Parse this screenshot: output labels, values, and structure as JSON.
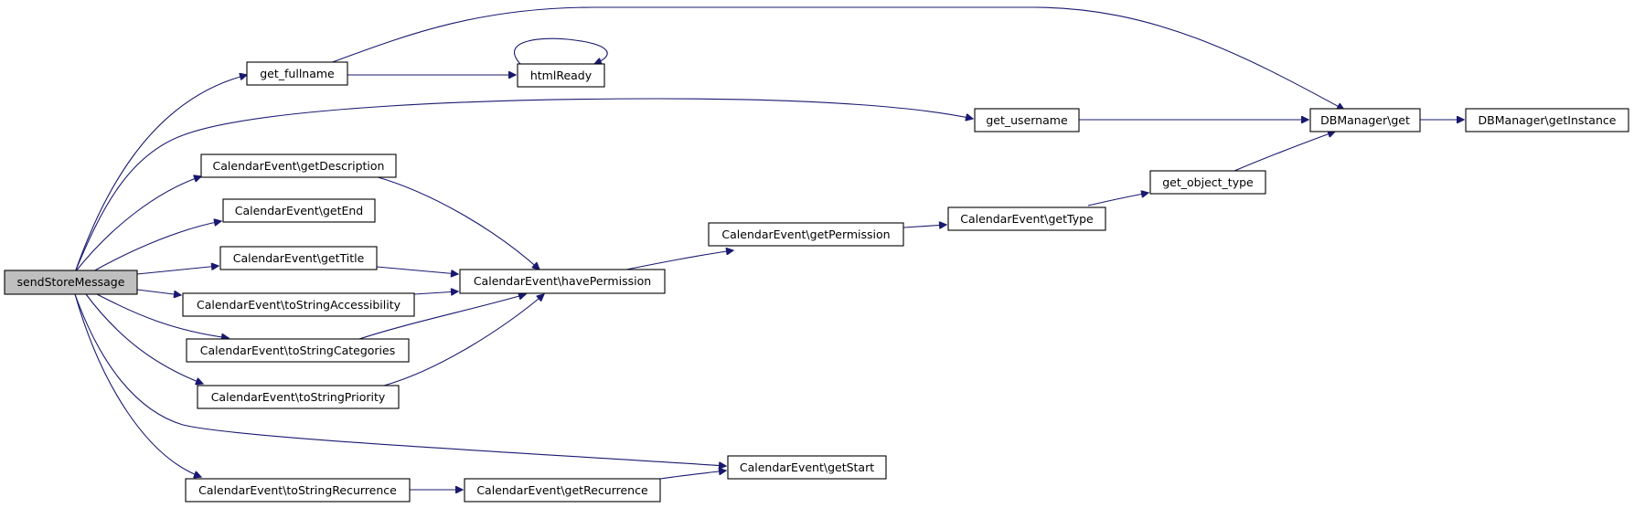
{
  "diagram": {
    "type": "call-graph",
    "edge_color": "#191970",
    "root_fill": "#bfbfbf",
    "nodes": {
      "sendStoreMessage": "sendStoreMessage",
      "get_fullname": "get_fullname",
      "htmlReady": "htmlReady",
      "get_username": "get_username",
      "DBManager_get": "DBManager\\get",
      "DBManager_getInstance": "DBManager\\getInstance",
      "getDescription": "CalendarEvent\\getDescription",
      "getEnd": "CalendarEvent\\getEnd",
      "getTitle": "CalendarEvent\\getTitle",
      "toStringAccessibility": "CalendarEvent\\toStringAccessibility",
      "toStringCategories": "CalendarEvent\\toStringCategories",
      "toStringPriority": "CalendarEvent\\toStringPriority",
      "havePermission": "CalendarEvent\\havePermission",
      "getPermission": "CalendarEvent\\getPermission",
      "getType": "CalendarEvent\\getType",
      "get_object_type": "get_object_type",
      "getStart": "CalendarEvent\\getStart",
      "toStringRecurrence": "CalendarEvent\\toStringRecurrence",
      "getRecurrence": "CalendarEvent\\getRecurrence"
    },
    "edges": [
      [
        "sendStoreMessage",
        "get_fullname"
      ],
      [
        "sendStoreMessage",
        "get_username"
      ],
      [
        "sendStoreMessage",
        "getDescription"
      ],
      [
        "sendStoreMessage",
        "getEnd"
      ],
      [
        "sendStoreMessage",
        "getTitle"
      ],
      [
        "sendStoreMessage",
        "toStringAccessibility"
      ],
      [
        "sendStoreMessage",
        "toStringCategories"
      ],
      [
        "sendStoreMessage",
        "toStringPriority"
      ],
      [
        "sendStoreMessage",
        "getStart"
      ],
      [
        "sendStoreMessage",
        "toStringRecurrence"
      ],
      [
        "get_fullname",
        "htmlReady"
      ],
      [
        "get_fullname",
        "DBManager_get"
      ],
      [
        "htmlReady",
        "htmlReady"
      ],
      [
        "get_username",
        "DBManager_get"
      ],
      [
        "DBManager_get",
        "DBManager_getInstance"
      ],
      [
        "getDescription",
        "havePermission"
      ],
      [
        "getTitle",
        "havePermission"
      ],
      [
        "toStringAccessibility",
        "havePermission"
      ],
      [
        "toStringCategories",
        "havePermission"
      ],
      [
        "toStringPriority",
        "havePermission"
      ],
      [
        "havePermission",
        "getPermission"
      ],
      [
        "getPermission",
        "getType"
      ],
      [
        "getType",
        "get_object_type"
      ],
      [
        "get_object_type",
        "DBManager_get"
      ],
      [
        "toStringRecurrence",
        "getRecurrence"
      ],
      [
        "getRecurrence",
        "getStart"
      ]
    ]
  }
}
